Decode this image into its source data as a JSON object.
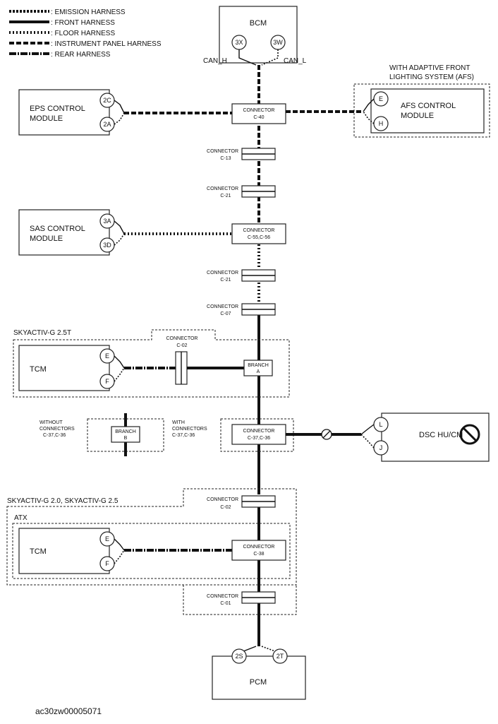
{
  "legend": [
    {
      "label": ": EMISSION HARNESS",
      "style": "emission"
    },
    {
      "label": ": FRONT HARNESS",
      "style": "front"
    },
    {
      "label": ": FLOOR HARNESS",
      "style": "floor"
    },
    {
      "label": ": INSTRUMENT PANEL HARNESS",
      "style": "instrument"
    },
    {
      "label": ": REAR HARNESS",
      "style": "rear"
    }
  ],
  "bcm": {
    "name": "BCM",
    "pin_h": "3X",
    "pin_l": "3W",
    "can_h": "CAN_H",
    "can_l": "CAN_L"
  },
  "afs": {
    "note_line1": "WITH ADAPTIVE FRONT",
    "note_line2": "LIGHTING SYSTEM (AFS)",
    "name_line1": "AFS CONTROL",
    "name_line2": "MODULE",
    "pin_top": "E",
    "pin_bottom": "H"
  },
  "eps": {
    "name_line1": "EPS CONTROL",
    "name_line2": "MODULE",
    "pin_top": "2C",
    "pin_bottom": "2A"
  },
  "sas": {
    "name_line1": "SAS CONTROL",
    "name_line2": "MODULE",
    "pin_top": "3A",
    "pin_bottom": "3D"
  },
  "connectors": {
    "c40": {
      "line1": "CONNECTOR",
      "line2": "C-40"
    },
    "c13": {
      "line1": "CONNECTOR",
      "line2": "C-13"
    },
    "c21a": {
      "line1": "CONNECTOR",
      "line2": "C-21"
    },
    "c55": {
      "line1": "CONNECTOR",
      "line2": "C-55,C-56"
    },
    "c21b": {
      "line1": "CONNECTOR",
      "line2": "C-21"
    },
    "c07": {
      "line1": "CONNECTOR",
      "line2": "C-07"
    },
    "c02a": {
      "line1": "CONNECTOR",
      "line2": "C-02"
    },
    "c37": {
      "line1": "CONNECTOR",
      "line2": "C-37,C-36"
    },
    "c02b": {
      "line1": "CONNECTOR",
      "line2": "C-02"
    },
    "c38": {
      "line1": "CONNECTOR",
      "line2": "C-38"
    },
    "c01": {
      "line1": "CONNECTOR",
      "line2": "C-01"
    }
  },
  "sky25t": {
    "label": "SKYACTIV-G 2.5T",
    "tcm": "TCM",
    "pin_top": "E",
    "pin_bottom": "F",
    "branch_line1": "BRANCH",
    "branch_line2": "A"
  },
  "variant": {
    "without_line1": "WITHOUT",
    "without_line2": "CONNECTORS",
    "without_line3": "C-37,C-36",
    "with_line1": "WITH",
    "with_line2": "CONNECTORS",
    "with_line3": "C-37,C-36",
    "branch_line1": "BRANCH",
    "branch_line2": "B"
  },
  "dsc": {
    "name": "DSC HU/CM",
    "pin_top": "L",
    "pin_bottom": "J"
  },
  "sky20": {
    "label": "SKYACTIV-G 2.0, SKYACTIV-G 2.5",
    "atx": "ATX",
    "tcm": "TCM",
    "pin_top": "E",
    "pin_bottom": "F"
  },
  "pcm": {
    "name": "PCM",
    "pin_left": "2S",
    "pin_right": "2T"
  },
  "figure_id": "ac30zw00005071"
}
